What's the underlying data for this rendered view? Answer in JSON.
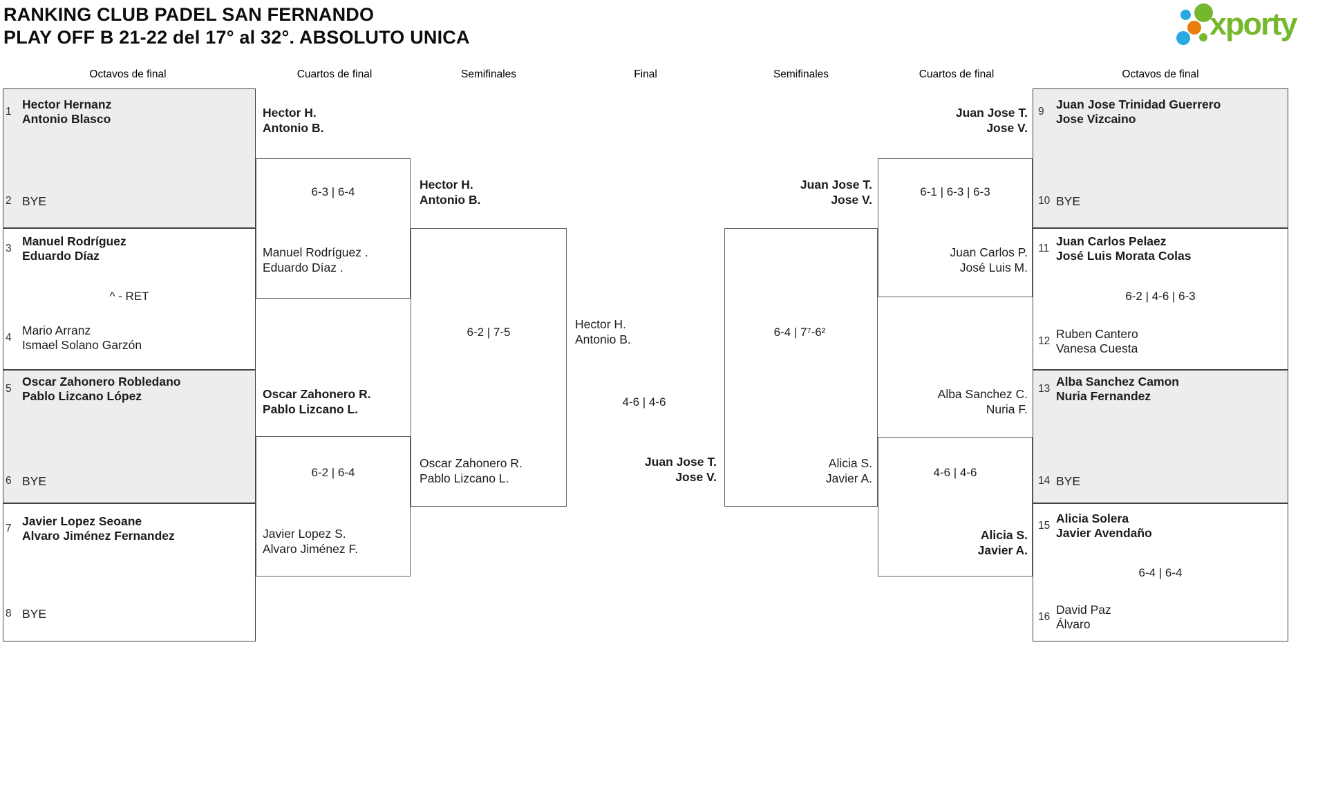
{
  "title": {
    "line1": "RANKING CLUB PADEL SAN FERNANDO",
    "line2": "PLAY OFF B 21-22 del 17° al 32°. ABSOLUTO UNICA"
  },
  "logo": {
    "text": "xporty"
  },
  "round_headers": {
    "left_octavos": "Octavos de final",
    "left_cuartos": "Cuartos de final",
    "left_semis": "Semifinales",
    "final": "Final",
    "right_semis": "Semifinales",
    "right_cuartos": "Cuartos de final",
    "right_octavos": "Octavos de final"
  },
  "octavos_left": [
    {
      "top_seed": "1",
      "top1": "Hector Hernanz",
      "top2": "Antonio Blasco",
      "bottom_seed": "2",
      "bottom1": "BYE",
      "bottom2": ""
    },
    {
      "top_seed": "3",
      "top1": "Manuel Rodríguez",
      "top2": "Eduardo Díaz",
      "score": "^ - RET",
      "bottom_seed": "4",
      "bottom1": "Mario Arranz",
      "bottom2": "Ismael Solano Garzón"
    },
    {
      "top_seed": "5",
      "top1": "Oscar Zahonero Robledano",
      "top2": "Pablo Lizcano López",
      "bottom_seed": "6",
      "bottom1": "BYE",
      "bottom2": ""
    },
    {
      "top_seed": "7",
      "top1": "Javier Lopez Seoane",
      "top2": "Alvaro Jiménez Fernandez",
      "bottom_seed": "8",
      "bottom1": "BYE",
      "bottom2": ""
    }
  ],
  "octavos_right": [
    {
      "top_seed": "9",
      "top1": "Juan Jose Trinidad Guerrero",
      "top2": "Jose Vizcaino",
      "bottom_seed": "10",
      "bottom1": "BYE",
      "bottom2": ""
    },
    {
      "top_seed": "11",
      "top1": "Juan Carlos Pelaez",
      "top2": "José Luis Morata Colas",
      "score": "6-2 | 4-6 | 6-3",
      "bottom_seed": "12",
      "bottom1": "Ruben Cantero",
      "bottom2": "Vanesa Cuesta"
    },
    {
      "top_seed": "13",
      "top1": "Alba Sanchez Camon",
      "top2": "Nuria Fernandez",
      "bottom_seed": "14",
      "bottom1": "BYE",
      "bottom2": ""
    },
    {
      "top_seed": "15",
      "top1": "Alicia Solera",
      "top2": "Javier Avendaño",
      "score": "6-4 | 6-4",
      "bottom_seed": "16",
      "bottom1": "David Paz",
      "bottom2": "Álvaro"
    }
  ],
  "cuartos_left": [
    {
      "top1": "Hector H.",
      "top2": "Antonio B.",
      "score": "6-3 | 6-4",
      "bottom1": "Manuel Rodríguez .",
      "bottom2": "Eduardo Díaz ."
    },
    {
      "top1": "Oscar Zahonero R.",
      "top2": "Pablo Lizcano L.",
      "score": "6-2 | 6-4",
      "bottom1": "Javier Lopez S.",
      "bottom2": "Alvaro Jiménez F."
    }
  ],
  "cuartos_right": [
    {
      "top1": "Juan Jose T.",
      "top2": "Jose V.",
      "score": "6-1 | 6-3 | 6-3",
      "bottom1": "Juan Carlos P.",
      "bottom2": "José Luis M."
    },
    {
      "top1": "Alba Sanchez C.",
      "top2": "Nuria F.",
      "score": "4-6 | 4-6",
      "bottom1": "Alicia S.",
      "bottom2": "Javier A."
    }
  ],
  "semi_left": {
    "top1": "Hector H.",
    "top2": "Antonio B.",
    "score": "6-2 | 7-5",
    "bottom1": "Oscar Zahonero R.",
    "bottom2": "Pablo Lizcano L."
  },
  "semi_right": {
    "top1": "Juan Jose T.",
    "top2": "Jose V.",
    "score": "6-4 | 7⁷-6²",
    "bottom1": "Alicia S.",
    "bottom2": "Javier A."
  },
  "final": {
    "top1": "Hector H.",
    "top2": "Antonio B.",
    "score": "4-6 | 4-6",
    "bottom1": "Juan Jose T.",
    "bottom2": "Jose V."
  },
  "colors": {
    "box_fill_gray": "#ededed",
    "box_border": "#414141",
    "bracket_line": "#5f5f5f",
    "logo_green": "#76b82d",
    "logo_blue": "#29a9e1",
    "logo_orange": "#e87d10"
  }
}
